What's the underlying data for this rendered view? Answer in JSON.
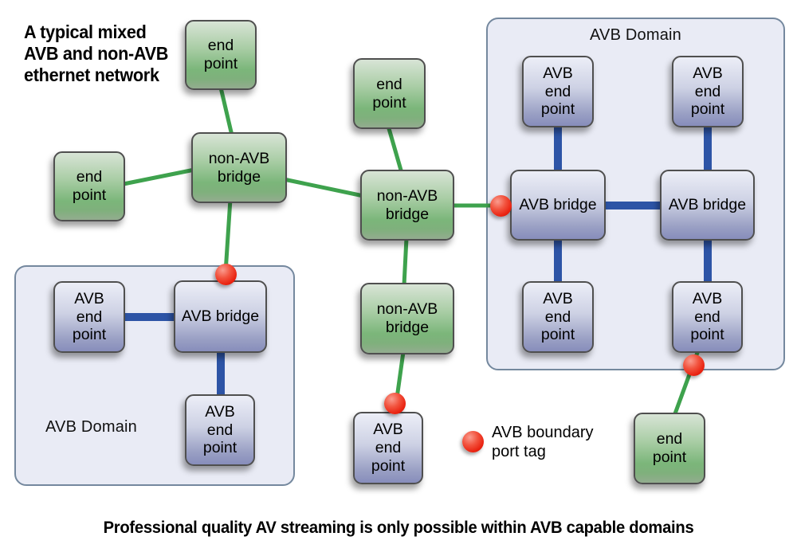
{
  "title": {
    "lines": [
      "A typical mixed",
      "AVB and non-AVB",
      "ethernet network"
    ]
  },
  "caption": "Professional quality AV streaming is only possible within AVB capable domains",
  "legend": {
    "marker": "avb-boundary-port-tag-dot",
    "line1": "AVB boundary",
    "line2": "port tag"
  },
  "domains": {
    "left": {
      "label": "AVB Domain"
    },
    "right": {
      "label": "AVB Domain"
    }
  },
  "nodes": {
    "ep_top": {
      "label": "end\npoint",
      "type": "endpoint"
    },
    "ep_left": {
      "label": "end\npoint",
      "type": "endpoint"
    },
    "navb1": {
      "label": "non-AVB\nbridge",
      "type": "non-avb-bridge"
    },
    "ep_mid": {
      "label": "end\npoint",
      "type": "endpoint"
    },
    "navb2": {
      "label": "non-AVB\nbridge",
      "type": "non-avb-bridge"
    },
    "navb3": {
      "label": "non-AVB\nbridge",
      "type": "non-avb-bridge"
    },
    "avb_ep_mid": {
      "label": "AVB\nend\npoint",
      "type": "avb-endpoint"
    },
    "l_ep1": {
      "label": "AVB\nend\npoint",
      "type": "avb-endpoint"
    },
    "l_bridge": {
      "label": "AVB bridge",
      "type": "avb-bridge"
    },
    "l_ep2": {
      "label": "AVB\nend\npoint",
      "type": "avb-endpoint"
    },
    "r_ep_tl": {
      "label": "AVB\nend\npoint",
      "type": "avb-endpoint"
    },
    "r_ep_tr": {
      "label": "AVB\nend\npoint",
      "type": "avb-endpoint"
    },
    "r_bridge_l": {
      "label": "AVB bridge",
      "type": "avb-bridge"
    },
    "r_bridge_r": {
      "label": "AVB bridge",
      "type": "avb-bridge"
    },
    "r_ep_bl": {
      "label": "AVB\nend\npoint",
      "type": "avb-endpoint"
    },
    "r_ep_br": {
      "label": "AVB\nend\npoint",
      "type": "avb-endpoint"
    },
    "ep_br": {
      "label": "end\npoint",
      "type": "endpoint"
    }
  },
  "colors": {
    "green_link": "#3ea24d",
    "blue_link": "#2d54a6",
    "boundary_dot": "#e9210f",
    "domain_fill": "#e9ebf5",
    "domain_border": "#74889e",
    "green_node_mid": "#7bb67a",
    "blue_node_bottom": "#878dbb"
  }
}
